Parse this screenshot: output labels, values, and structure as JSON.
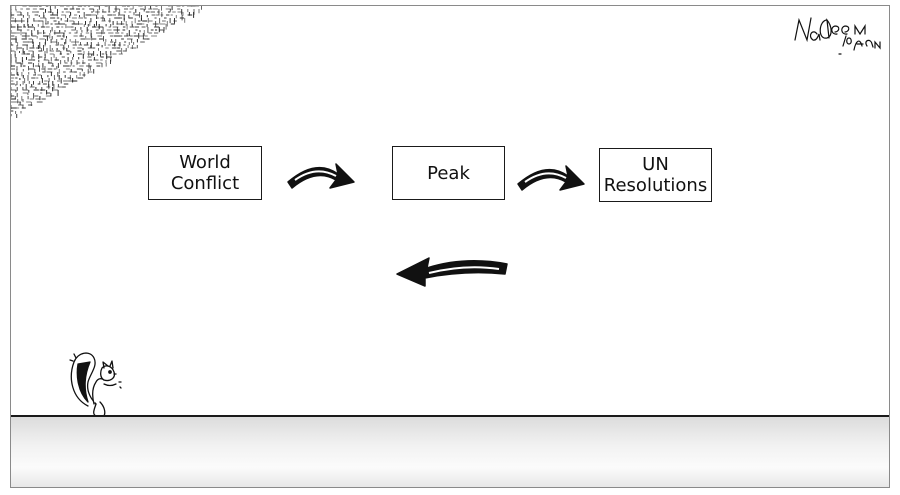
{
  "cartoon": {
    "boxes": {
      "world_conflict": "World\nConflict",
      "peak": "Peak",
      "un_resolutions": "UN\nResolutions"
    },
    "signature": "Nadeem Isfan"
  },
  "colors": {
    "ink": "#111111",
    "background": "#ffffff",
    "ground": "#e8e8e8"
  }
}
